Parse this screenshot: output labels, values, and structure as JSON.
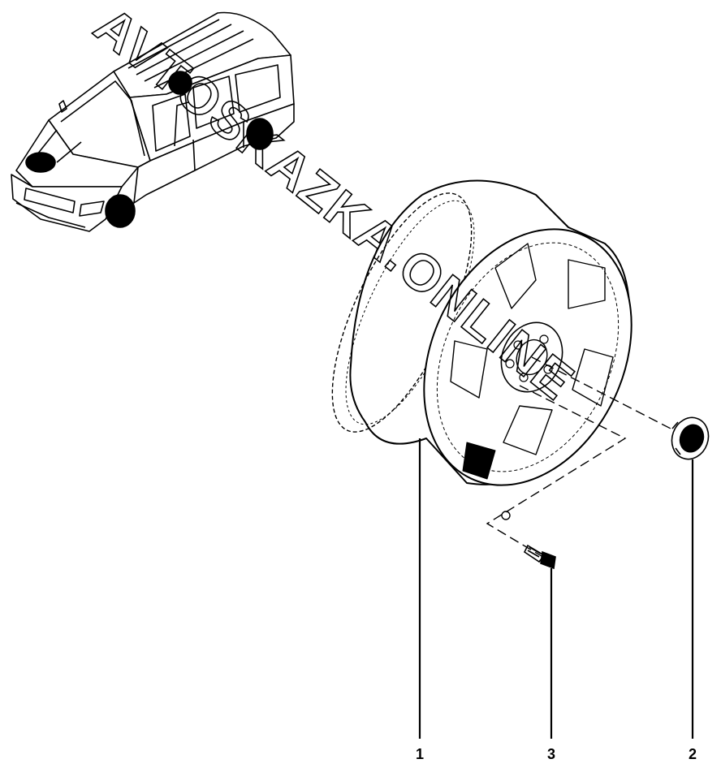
{
  "watermark": "AVTOSKAZKA.ONLINE",
  "callouts": [
    {
      "number": "1",
      "part": "wheel-rim"
    },
    {
      "number": "3",
      "part": "wheel-bolt"
    },
    {
      "number": "2",
      "part": "center-cap"
    }
  ]
}
